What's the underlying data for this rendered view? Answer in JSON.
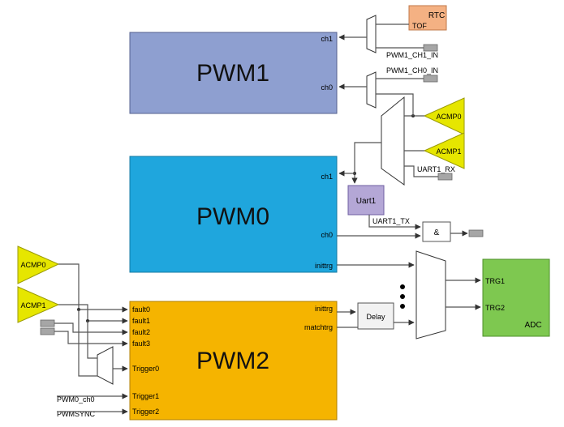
{
  "blocks": {
    "pwm1": {
      "title": "PWM1",
      "ports": {
        "ch1": "ch1",
        "ch0": "ch0"
      },
      "color": "#8e9fd0"
    },
    "pwm0": {
      "title": "PWM0",
      "ports": {
        "ch1": "ch1",
        "ch0": "ch0",
        "inittrg": "inittrg"
      },
      "color": "#1fa6dd"
    },
    "pwm2": {
      "title": "PWM2",
      "ports": {
        "fault0": "fault0",
        "fault1": "fault1",
        "fault2": "fault2",
        "fault3": "fault3",
        "trigger0": "Trigger0",
        "trigger1": "Trigger1",
        "trigger2": "Trigger2",
        "inittrg": "inittrg",
        "matchtrg": "matchtrg"
      },
      "color": "#f5b400"
    },
    "adc": {
      "title": "ADC",
      "ports": {
        "trg1": "TRG1",
        "trg2": "TRG2"
      },
      "color": "#7ec850"
    },
    "rtc": {
      "title": "RTC",
      "port": "TOF",
      "color": "#f4b183"
    },
    "uart1": {
      "title": "Uart1",
      "color": "#b4a7d6"
    },
    "delay": {
      "title": "Delay"
    },
    "and_gate": {
      "title": "&"
    }
  },
  "comparators": {
    "acmp0_right": "ACMP0",
    "acmp1_right": "ACMP1",
    "acmp0_left": "ACMP0",
    "acmp1_left": "ACMP1",
    "color": "#e6e600"
  },
  "signals": {
    "pwm1_ch1_in": "PWM1_CH1_IN",
    "pwm1_ch0_in": "PWM1_CH0_IN",
    "uart1_rx": "UART1_RX",
    "uart1_tx": "UART1_TX",
    "pwm0_ch0": "PWM0_ch0",
    "pwmsync": "PWMSYNC"
  }
}
